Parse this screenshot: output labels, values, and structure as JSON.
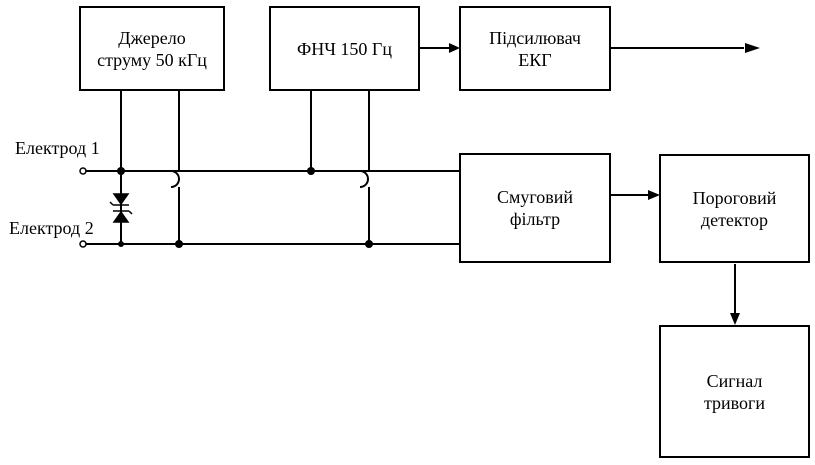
{
  "diagram": {
    "blocks": {
      "current_source": "Джерело\nструму 50 кГц",
      "lowpass": "ФНЧ 150 Гц",
      "amplifier": "Підсилювач\nЕКГ",
      "bandpass": "Смуговий\nфільтр",
      "threshold": "Пороговий\nдетектор",
      "alarm": "Сигнал\nтривоги"
    },
    "labels": {
      "electrode1": "Електрод 1",
      "electrode2": "Електрод 2"
    }
  }
}
